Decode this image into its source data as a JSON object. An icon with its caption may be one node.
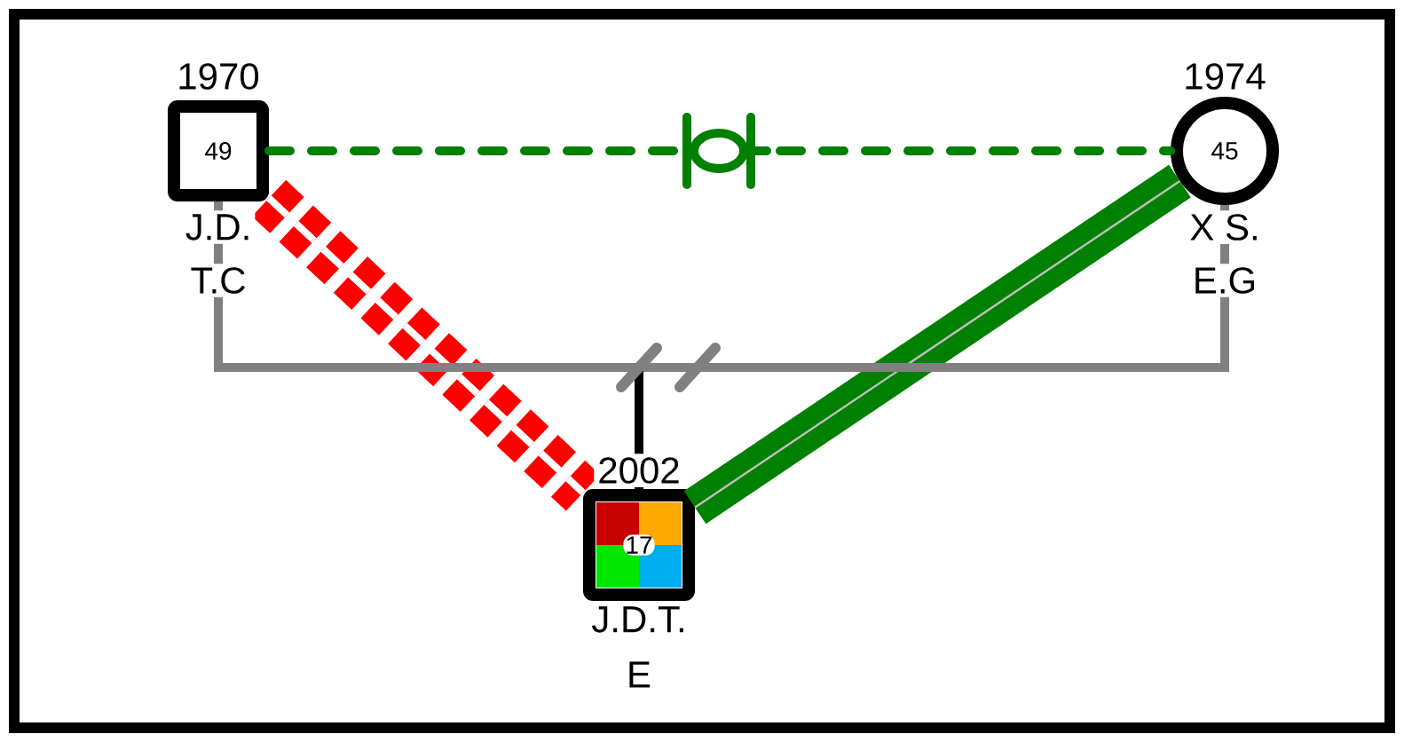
{
  "diagram": {
    "nodes": [
      {
        "text": [
          "49"
        ],
        "beside": [
          "1970",
          "J.D.",
          "T.C"
        ]
      },
      {
        "text": [
          "45"
        ],
        "beside": [
          "1974",
          "X S.",
          "E.G"
        ]
      },
      {
        "text": [
          "17"
        ],
        "beside": [
          "2002",
          "J.D.T.",
          "E"
        ]
      }
    ],
    "edges": [
      {
        "from": 0,
        "to": 1,
        "arrow": "none",
        "style": "dashed",
        "color": "#008000"
      },
      {
        "from": 0,
        "to": 2,
        "arrow": "none",
        "style": "dashed",
        "color": "#ff0000"
      },
      {
        "from": 1,
        "to": 2,
        "arrow": "none",
        "style": "thick",
        "color": "#008000"
      },
      {
        "from": 0,
        "to": 1,
        "arrow": "none",
        "color": "#808080"
      },
      {
        "from": null,
        "to": 2,
        "arrow": "none",
        "color": "#000000"
      }
    ]
  }
}
